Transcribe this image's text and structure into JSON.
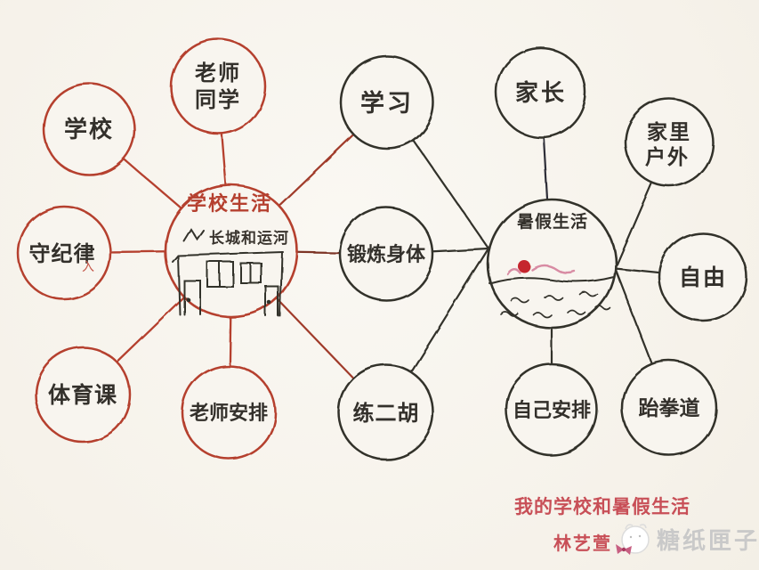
{
  "hubs": {
    "school_life": {
      "title": "学校生活",
      "caption": "长城和运河"
    },
    "summer_life": {
      "title": "暑假生活"
    }
  },
  "school_nodes": {
    "school": "学校",
    "teachers_line1": "老师",
    "teachers_line2": "同学",
    "discipline": "守纪律",
    "pe_class": "体育课",
    "teacher_arranged": "老师安排"
  },
  "shared_nodes": {
    "study": "学习",
    "exercise": "锻炼身体",
    "erhu": "练二胡"
  },
  "summer_nodes": {
    "parents": "家长",
    "home_line1": "家里",
    "home_line2": "户外",
    "freedom": "自由",
    "taekwondo": "跆拳道",
    "self_arranged": "自己安排"
  },
  "annotations": {
    "correction_mark": "入"
  },
  "footer": {
    "title": "我的学校和暑假生活",
    "author": "林艺萱",
    "watermark": "糖纸匣子"
  },
  "colors": {
    "paper": "#f8f5ef",
    "red_ink": "#b5402f",
    "black_ink": "#33302b",
    "footer_red": "#c84f57",
    "watermark_gray": "#c9c9c9",
    "swim_cap_red": "#c5272d",
    "swim_body_pink": "#d88ba3"
  }
}
